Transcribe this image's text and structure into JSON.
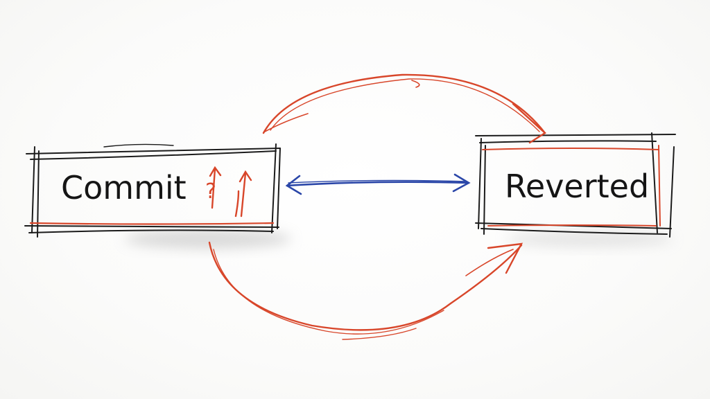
{
  "nodes": {
    "commit": {
      "label": "Commit",
      "mark": "?",
      "mark_color": "#d8462a"
    },
    "reverted": {
      "label": "Reverted"
    }
  },
  "colors": {
    "ink": "#151515",
    "red_arrow": "#d8462a",
    "blue_arrow": "#2a46a8",
    "box_red_line": "#d8462a"
  },
  "edges": [
    {
      "from": "commit",
      "to": "reverted",
      "style": "curved-top",
      "color": "red"
    },
    {
      "from": "commit",
      "to": "reverted",
      "style": "bidirectional",
      "color": "blue"
    },
    {
      "from": "commit",
      "to": "reverted",
      "style": "curved-bottom",
      "color": "red"
    }
  ]
}
